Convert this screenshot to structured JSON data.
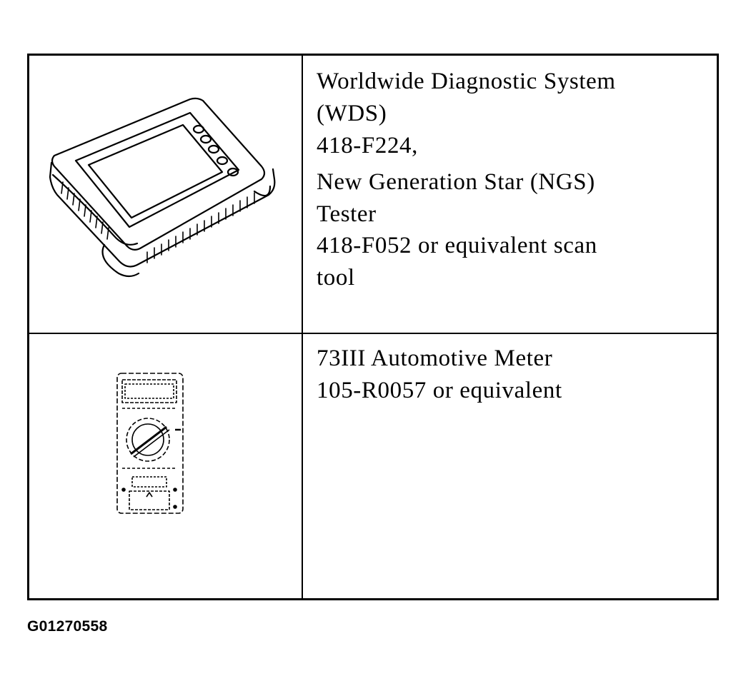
{
  "rows": [
    {
      "tool_lines": [
        "Worldwide Diagnostic System",
        "(WDS)",
        "418-F224,"
      ],
      "alt_lines": [
        "New Generation Star (NGS)",
        "Tester",
        "418-F052 or equivalent scan",
        "tool"
      ],
      "illustration": "diagnostic-tablet-icon"
    },
    {
      "tool_lines": [
        "73III Automotive Meter",
        "105-R0057 or equivalent"
      ],
      "illustration": "multimeter-icon"
    }
  ],
  "figure_code": "G01270558"
}
